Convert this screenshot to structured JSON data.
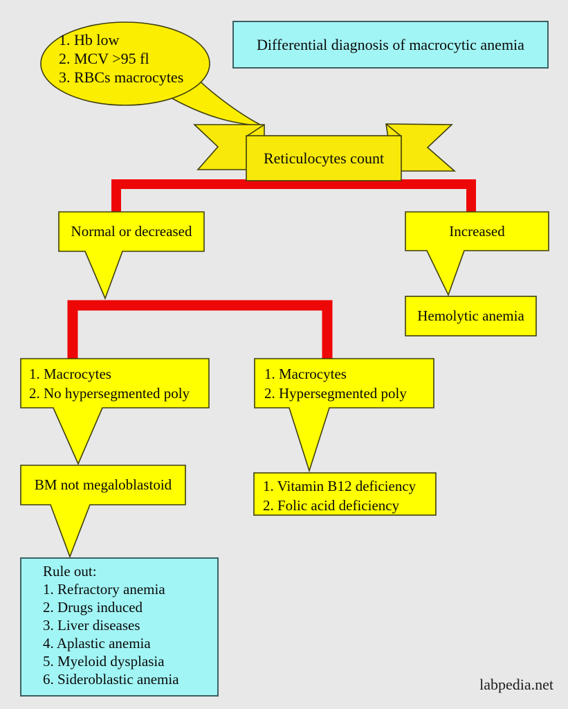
{
  "page": {
    "watermark": "labpedia.net"
  },
  "colors": {
    "background": "#e8e8e8",
    "box_yellow": "#ffff00",
    "ribbon_yellow": "#f8e90a",
    "bubble_yellow": "#fbee00",
    "cyan": "#a2f5f5",
    "connector_red": "#ee0707"
  },
  "title": {
    "text": "Differential diagnosis of macrocytic anemia"
  },
  "bubble": {
    "items": [
      "1. Hb low",
      "2. MCV >95 fl",
      "3. RBCs macrocytes"
    ]
  },
  "flow": {
    "root": {
      "label": "Reticulocytes count"
    },
    "left_branch": {
      "label": "Normal or decreased",
      "left_path": {
        "findings": [
          "1. Macrocytes",
          "2. No hypersegmented poly"
        ],
        "marrow": "BM not megaloblastoid",
        "rule_out": {
          "heading": "Rule out:",
          "items": [
            "1. Refractory anemia",
            "2. Drugs induced",
            "3. Liver diseases",
            "4. Aplastic anemia",
            "5. Myeloid dysplasia",
            "6. Sideroblastic anemia"
          ]
        }
      },
      "right_path": {
        "findings": [
          "1. Macrocytes",
          "2. Hypersegmented poly"
        ],
        "diagnosis": [
          "1. Vitamin B12 deficiency",
          "2. Folic acid deficiency"
        ]
      }
    },
    "right_branch": {
      "label": "Increased",
      "diagnosis": "Hemolytic anemia"
    }
  }
}
